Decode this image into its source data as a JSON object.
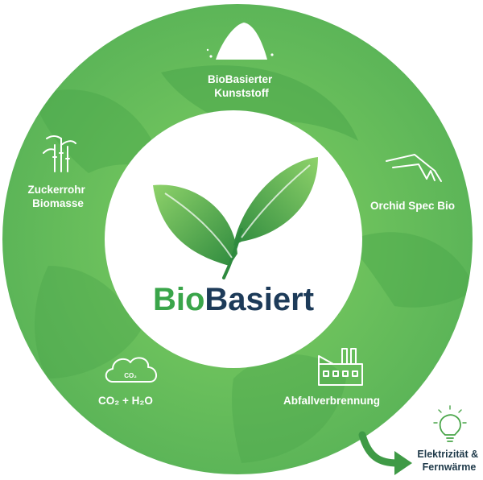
{
  "brand": {
    "prefix": "Bio",
    "suffix": "Basiert"
  },
  "cycle": [
    {
      "id": "kunststoff",
      "lines": [
        "BioBasierter",
        "Kunststoff"
      ],
      "icon": "powder-pile-icon"
    },
    {
      "id": "orchid",
      "lines": [
        "Orchid Spec Bio"
      ],
      "icon": "speculum-icon"
    },
    {
      "id": "abfall",
      "lines": [
        "Abfallverbrennung"
      ],
      "icon": "factory-icon"
    },
    {
      "id": "co2",
      "lines": [
        "CO₂ + H₂O"
      ],
      "icon": "co2-cloud-icon",
      "icon_text": "CO₂"
    },
    {
      "id": "zuckerrohr",
      "lines": [
        "Zuckerrohr",
        "Biomasse"
      ],
      "icon": "sugarcane-icon"
    }
  ],
  "output": {
    "lines": [
      "Elektrizität &",
      "Fernwärme"
    ],
    "icon": "lightbulb-icon"
  },
  "colors": {
    "ring": "#5cb85c",
    "ring_light": "#7ccc63",
    "ring_dark": "#3f9a46",
    "brand_green": "#3aa54a",
    "brand_navy": "#1d3b59",
    "label_text": "#ffffff"
  }
}
